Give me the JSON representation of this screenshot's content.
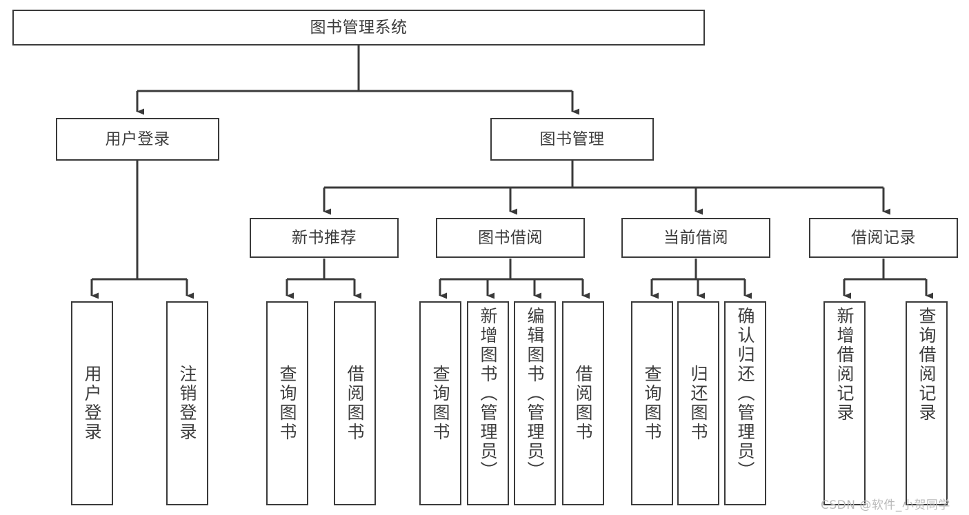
{
  "diagram": {
    "title": "图书管理系统",
    "type": "hierarchy-tree",
    "line_color": "#3a3a3a",
    "box_fill": "#ffffff",
    "text_color": "#3c3c3c",
    "root": {
      "label": "图书管理系统"
    },
    "level2": [
      {
        "label": "用户登录"
      },
      {
        "label": "图书管理"
      }
    ],
    "level3": [
      {
        "label": "新书推荐"
      },
      {
        "label": "图书借阅"
      },
      {
        "label": "当前借阅"
      },
      {
        "label": "借阅记录"
      }
    ],
    "leaves": {
      "user_login": [
        {
          "label": "用户登录"
        },
        {
          "label": "注销登录"
        }
      ],
      "new_book_recommend": [
        {
          "label": "查询图书"
        },
        {
          "label": "借阅图书"
        }
      ],
      "book_borrow": [
        {
          "label": "查询图书"
        },
        {
          "label": "新增图书（管理员）"
        },
        {
          "label": "编辑图书（管理员）"
        },
        {
          "label": "借阅图书"
        }
      ],
      "current_borrow": [
        {
          "label": "查询图书"
        },
        {
          "label": "归还图书"
        },
        {
          "label": "确认归还（管理员）"
        }
      ],
      "borrow_record": [
        {
          "label": "新增借阅记录"
        },
        {
          "label": "查询借阅记录"
        }
      ]
    }
  },
  "watermark": {
    "text": "CSDN @软件_小贺同学"
  }
}
